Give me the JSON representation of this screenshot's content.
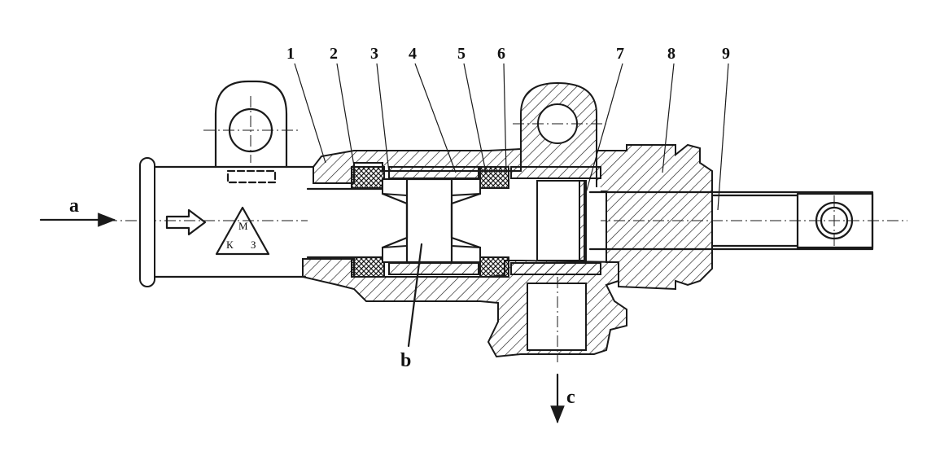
{
  "diagram": {
    "part_numbers": [
      "1",
      "2",
      "3",
      "4",
      "5",
      "6",
      "7",
      "8",
      "9"
    ],
    "flow_labels": {
      "inlet": "a",
      "chamber": "b",
      "outlet": "c"
    },
    "logo": {
      "top": "М",
      "left": "К",
      "right": "З"
    }
  },
  "colors": {
    "ink": "#1a1a1a",
    "background": "#ffffff"
  }
}
